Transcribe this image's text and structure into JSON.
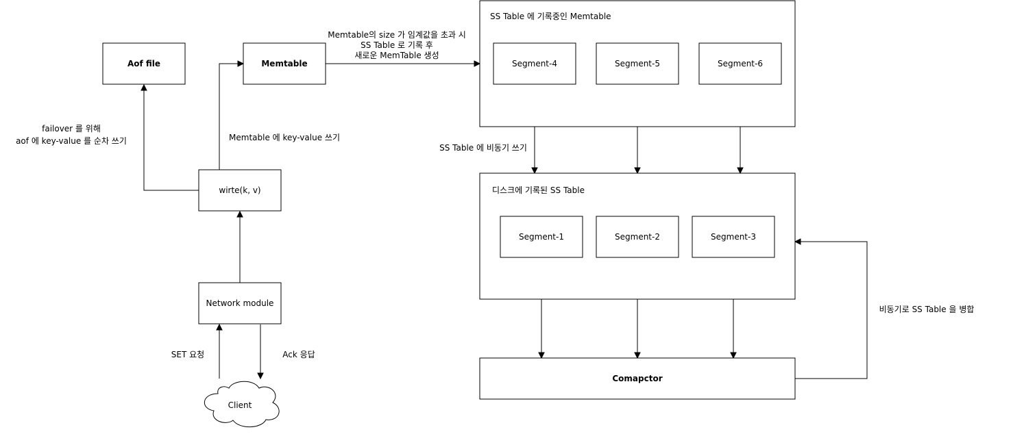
{
  "nodes": {
    "aof_file": "Aof file",
    "memtable": "Memtable",
    "write": "wirte(k, v)",
    "network_module": "Network module",
    "client": "Client",
    "sstable_memtable_title": "SS Table 에 기록중인 Memtable",
    "segment_4": "Segment-4",
    "segment_5": "Segment-5",
    "segment_6": "Segment-6",
    "disk_sstable_title": "디스크에 기록된 SS Table",
    "segment_1": "Segment-1",
    "segment_2": "Segment-2",
    "segment_3": "Segment-3",
    "compactor": "Comapctor"
  },
  "edges": {
    "failover_line1": "failover 를 위해",
    "failover_line2": "aof 에 key-value 를 순차 쓰기",
    "memtable_write": "Memtable 에 key-value 쓰기",
    "threshold_line1": "Memtable의 size 가 임계값을 초과 시",
    "threshold_line2": "SS Table 로 기록 후",
    "threshold_line3": "새로운 MemTable 생성",
    "async_write": "SS Table 에 비동기 쓰기",
    "set_request": "SET 요청",
    "ack_response": "Ack 응답",
    "async_merge": "비동기로 SS Table 을 병합"
  }
}
